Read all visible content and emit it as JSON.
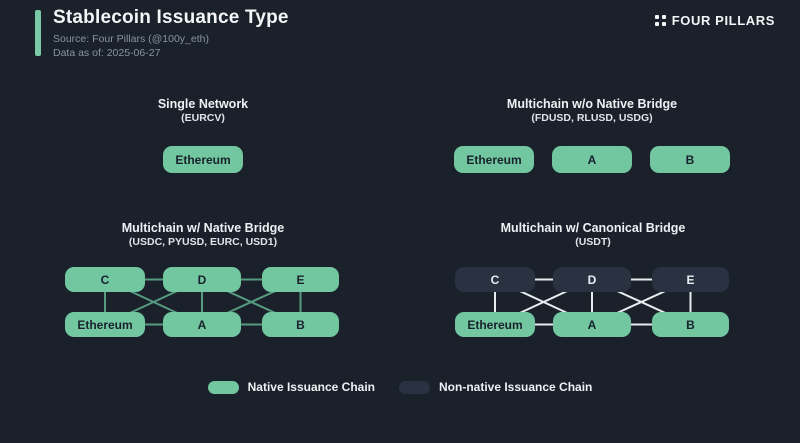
{
  "header": {
    "title": "Stablecoin Issuance Type",
    "source": "Source: Four Pillars (@100y_eth)",
    "data_as_of": "Data as of: 2025-06-27",
    "brand": "FOUR PILLARS"
  },
  "sections": {
    "single_network": {
      "title": "Single Network",
      "subtitle": "(EURCV)",
      "chains": [
        "Ethereum"
      ]
    },
    "multichain_no_native_bridge": {
      "title": "Multichain w/o Native Bridge",
      "subtitle": "(FDUSD, RLUSD, USDG)",
      "chains": [
        "Ethereum",
        "A",
        "B"
      ]
    },
    "multichain_native_bridge": {
      "title": "Multichain w/ Native Bridge",
      "subtitle": "(USDC, PYUSD, EURC, USD1)",
      "top_row": [
        "C",
        "D",
        "E"
      ],
      "bottom_row": [
        "Ethereum",
        "A",
        "B"
      ]
    },
    "multichain_canonical_bridge": {
      "title": "Multichain w/ Canonical Bridge",
      "subtitle": "(USDT)",
      "top_row": [
        "C",
        "D",
        "E"
      ],
      "bottom_row": [
        "Ethereum",
        "A",
        "B"
      ]
    }
  },
  "legend": {
    "native_label": "Native Issuance Chain",
    "non_native_label": "Non-native Issuance Chain"
  },
  "colors": {
    "background": "#1a212b",
    "native_chain": "#72c6a0",
    "non_native_chain": "#2a3140",
    "native_link_line": "#569b80",
    "canonical_link_line": "#e8ecef",
    "accent_bar": "#7ac9a6"
  }
}
